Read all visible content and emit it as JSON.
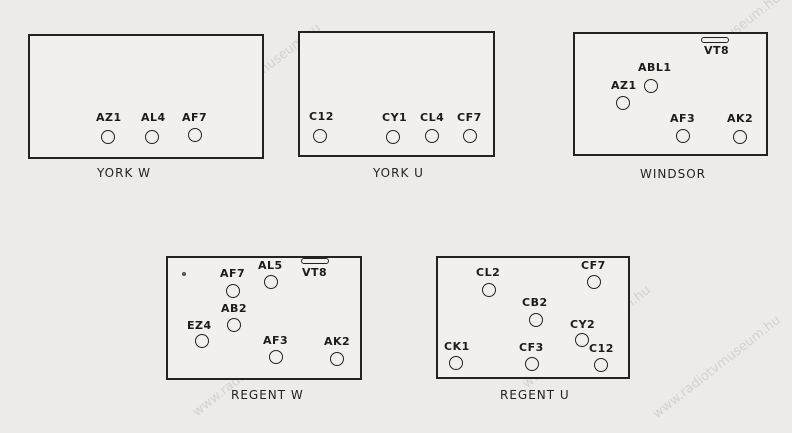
{
  "watermark": "www.radiotvmuseum.hu",
  "chassis": [
    {
      "id": "york-w",
      "caption": "YORK W",
      "tubes": [
        {
          "label": "AZ1"
        },
        {
          "label": "AL4"
        },
        {
          "label": "AF7"
        }
      ]
    },
    {
      "id": "york-u",
      "caption": "YORK U",
      "tubes": [
        {
          "label": "C12"
        },
        {
          "label": "CY1"
        },
        {
          "label": "CL4"
        },
        {
          "label": "CF7"
        }
      ]
    },
    {
      "id": "windsor",
      "caption": "WINDSOR",
      "slot_label": "VT8",
      "tubes": [
        {
          "label": "ABL1"
        },
        {
          "label": "AZ1"
        },
        {
          "label": "AF3"
        },
        {
          "label": "AK2"
        }
      ]
    },
    {
      "id": "regent-w",
      "caption": "REGENT W",
      "slot_label": "VT8",
      "tubes": [
        {
          "label": "AF7"
        },
        {
          "label": "AL5"
        },
        {
          "label": "AB2"
        },
        {
          "label": "EZ4"
        },
        {
          "label": "AF3"
        },
        {
          "label": "AK2"
        }
      ]
    },
    {
      "id": "regent-u",
      "caption": "REGENT U",
      "tubes": [
        {
          "label": "CL2"
        },
        {
          "label": "CF7"
        },
        {
          "label": "CB2"
        },
        {
          "label": "CY2"
        },
        {
          "label": "CK1"
        },
        {
          "label": "CF3"
        },
        {
          "label": "C12"
        }
      ]
    }
  ]
}
